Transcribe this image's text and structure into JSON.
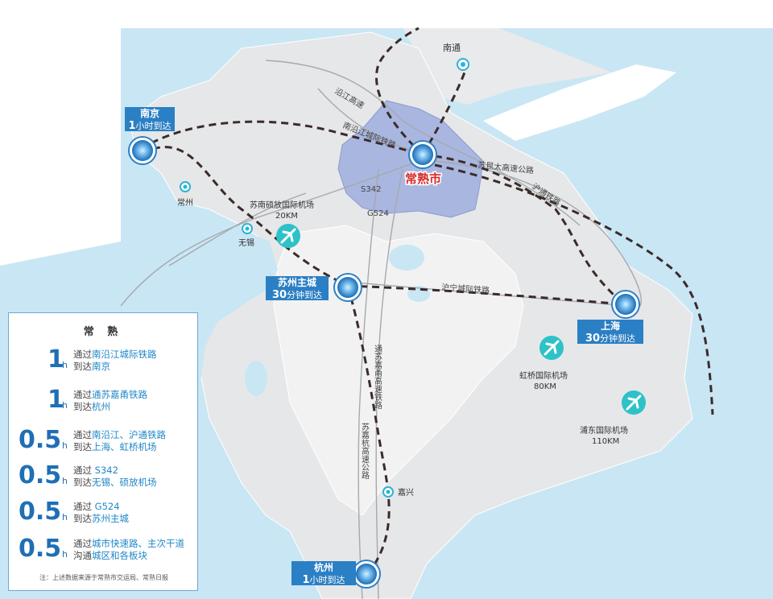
{
  "places": {
    "changshu": "常熟市",
    "nantong": "南通",
    "changzhou": "常州",
    "wuxi": "无锡",
    "jiaxing": "嘉兴"
  },
  "airports": {
    "sunan": {
      "name": "苏南硕放国际机场",
      "dist": "20KM"
    },
    "hongqiao": {
      "name": "虹桥国际机场",
      "dist": "80KM"
    },
    "pudong": {
      "name": "浦东国际机场",
      "dist": "110KM"
    }
  },
  "routes": {
    "yanjiang": "沿江高速",
    "nanyanjiang": "南沿江城际铁路",
    "sukuntai": "苏昆太高速公路",
    "hutong": "沪通铁路",
    "s342": "S342",
    "g524": "G524",
    "huning": "沪宁城际铁路",
    "tongsujiayong": "通苏嘉甬高速铁路",
    "sujiahang": "苏嘉杭高速公路"
  },
  "callouts": {
    "nanjing": {
      "name": "南京",
      "num": "1",
      "unit": "小时到达"
    },
    "suzhou": {
      "name": "苏州主城",
      "num": "30",
      "unit": "分钟到达"
    },
    "shanghai": {
      "name": "上海",
      "num": "30",
      "unit": "分钟到达"
    },
    "hangzhou": {
      "name": "杭州",
      "num": "1",
      "unit": "小时到达"
    }
  },
  "legend": {
    "title": "常 熟",
    "unit": "h",
    "rows": [
      {
        "value": "1",
        "l1_pre": "通过",
        "l1_hl": "南沿江城际铁路",
        "l2_pre": "到达",
        "l2_hl": "南京"
      },
      {
        "value": "1",
        "l1_pre": "通过",
        "l1_hl": "通苏嘉甬铁路",
        "l2_pre": "到达",
        "l2_hl": "杭州"
      },
      {
        "value": "0.5",
        "l1_pre": "通过",
        "l1_hl": "南沿江、沪通铁路",
        "l2_pre": "到达",
        "l2_hl": "上海、虹桥机场"
      },
      {
        "value": "0.5",
        "l1_pre": "通过 ",
        "l1_hl": "S342",
        "l2_pre": "到达",
        "l2_hl": "无锡、硕放机场"
      },
      {
        "value": "0.5",
        "l1_pre": "通过 ",
        "l1_hl": "G524",
        "l2_pre": "到达",
        "l2_hl": "苏州主城"
      },
      {
        "value": "0.5",
        "l1_pre": "通过",
        "l1_hl": "城市快速路、主次干道",
        "l2_pre": "沟通",
        "l2_hl": "城区和各板块"
      }
    ],
    "note": "注：上述数据来源于常熟市交运局、常熟日报"
  },
  "colors": {
    "water": "#c9e6f4",
    "land": "#e8e9ea",
    "district": "#a9b6df",
    "rail": "#3a2a2a",
    "road": "#a7abae",
    "accent": "#2b82c6",
    "changshu_label": "#d62a2a"
  },
  "icons": [
    "airplane-icon",
    "city-marker-icon",
    "small-city-marker-icon"
  ]
}
